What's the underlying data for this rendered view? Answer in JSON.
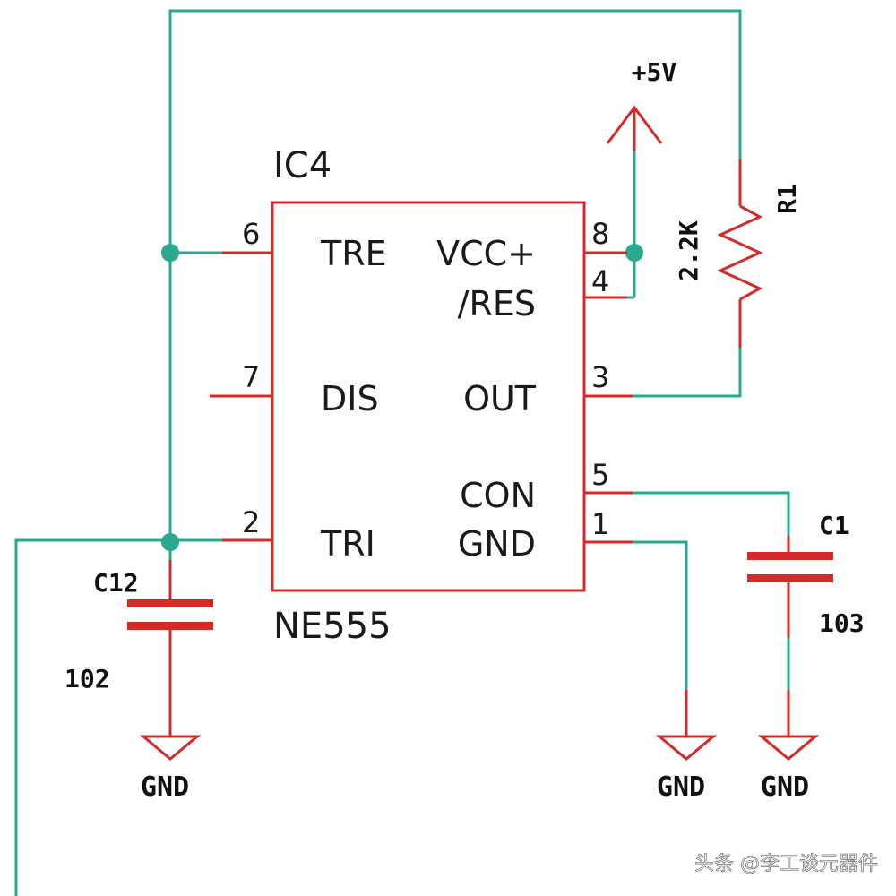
{
  "ic": {
    "ref": "IC4",
    "part": "NE555",
    "pins": {
      "p6": {
        "number": "6",
        "name": "TRE"
      },
      "p7": {
        "number": "7",
        "name": "DIS"
      },
      "p2": {
        "number": "2",
        "name": "TRI"
      },
      "p8": {
        "number": "8",
        "name": "VCC+"
      },
      "p4": {
        "number": "4",
        "name": "/RES"
      },
      "p3": {
        "number": "3",
        "name": "OUT"
      },
      "p5": {
        "number": "5",
        "name": "CON"
      },
      "p1": {
        "number": "1",
        "name": "GND"
      }
    }
  },
  "power": {
    "label": "+5V"
  },
  "r1": {
    "ref": "R1",
    "value": "2.2K"
  },
  "c12": {
    "ref": "C12",
    "value": "102"
  },
  "c1": {
    "ref": "C1",
    "value": "103"
  },
  "gnd": {
    "g1": "GND",
    "g2": "GND",
    "g3": "GND"
  },
  "watermark": "头条 @李工谈元器件",
  "colors": {
    "wire": "#2aa890",
    "component": "#d42a2a",
    "junction": "#2aa890"
  }
}
